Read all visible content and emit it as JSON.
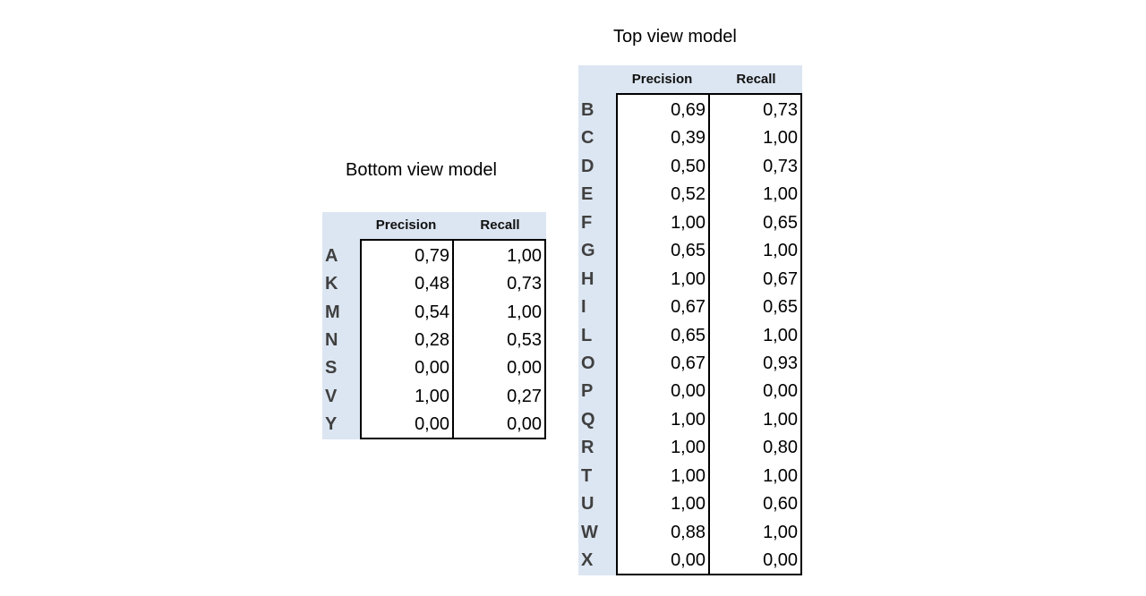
{
  "bottom": {
    "title": "Bottom view model",
    "headers": {
      "precision": "Precision",
      "recall": "Recall"
    },
    "rows": [
      {
        "label": "A",
        "precision": "0,79",
        "recall": "1,00"
      },
      {
        "label": "K",
        "precision": "0,48",
        "recall": "0,73"
      },
      {
        "label": "M",
        "precision": "0,54",
        "recall": "1,00"
      },
      {
        "label": "N",
        "precision": "0,28",
        "recall": "0,53"
      },
      {
        "label": "S",
        "precision": "0,00",
        "recall": "0,00"
      },
      {
        "label": "V",
        "precision": "1,00",
        "recall": "0,27"
      },
      {
        "label": "Y",
        "precision": "0,00",
        "recall": "0,00"
      }
    ]
  },
  "top": {
    "title": "Top view model",
    "headers": {
      "precision": "Precision",
      "recall": "Recall"
    },
    "rows": [
      {
        "label": "B",
        "precision": "0,69",
        "recall": "0,73"
      },
      {
        "label": "C",
        "precision": "0,39",
        "recall": "1,00"
      },
      {
        "label": "D",
        "precision": "0,50",
        "recall": "0,73"
      },
      {
        "label": "E",
        "precision": "0,52",
        "recall": "1,00"
      },
      {
        "label": "F",
        "precision": "1,00",
        "recall": "0,65"
      },
      {
        "label": "G",
        "precision": "0,65",
        "recall": "1,00"
      },
      {
        "label": "H",
        "precision": "1,00",
        "recall": "0,67"
      },
      {
        "label": "I",
        "precision": "0,67",
        "recall": "0,65"
      },
      {
        "label": "L",
        "precision": "0,65",
        "recall": "1,00"
      },
      {
        "label": "O",
        "precision": "0,67",
        "recall": "0,93"
      },
      {
        "label": "P",
        "precision": "0,00",
        "recall": "0,00"
      },
      {
        "label": "Q",
        "precision": "1,00",
        "recall": "1,00"
      },
      {
        "label": "R",
        "precision": "1,00",
        "recall": "0,80"
      },
      {
        "label": "T",
        "precision": "1,00",
        "recall": "1,00"
      },
      {
        "label": "U",
        "precision": "1,00",
        "recall": "0,60"
      },
      {
        "label": "W",
        "precision": "0,88",
        "recall": "1,00"
      },
      {
        "label": "X",
        "precision": "0,00",
        "recall": "0,00"
      }
    ]
  }
}
